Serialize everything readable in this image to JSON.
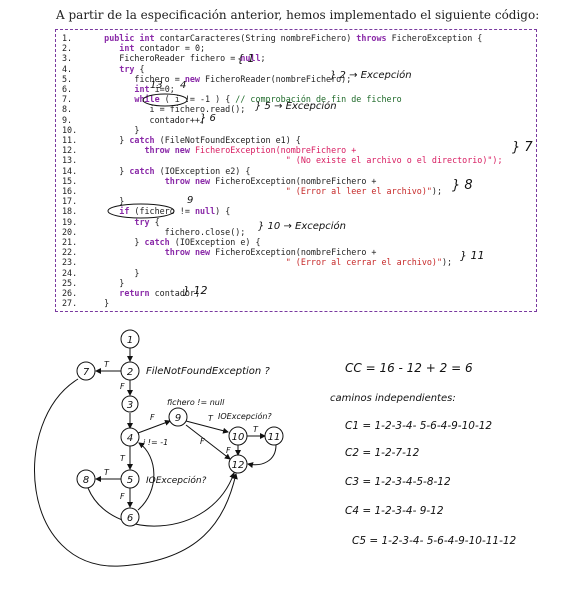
{
  "intro": "A partir de la especificación anterior, hemos implementado el siguiente código:",
  "code": [
    {
      "n": "1.",
      "parts": [
        [
          "",
          "    "
        ],
        [
          "kw",
          "public int"
        ],
        [
          "",
          " contarCaracteres(String nombreFichero) "
        ],
        [
          "kw",
          "throws"
        ],
        [
          "",
          " FicheroException {"
        ]
      ]
    },
    {
      "n": "2.",
      "parts": [
        [
          "",
          "       "
        ],
        [
          "kw",
          "int"
        ],
        [
          "",
          " contador = 0;"
        ]
      ]
    },
    {
      "n": "3.",
      "parts": [
        [
          "",
          "       FicheroReader fichero = "
        ],
        [
          "kw",
          "null"
        ],
        [
          "",
          ";"
        ]
      ]
    },
    {
      "n": "4.",
      "parts": [
        [
          "",
          "       "
        ],
        [
          "kw",
          "try"
        ],
        [
          "",
          " {"
        ]
      ]
    },
    {
      "n": "5.",
      "parts": [
        [
          "",
          "          fichero = "
        ],
        [
          "kw",
          "new"
        ],
        [
          "",
          " FicheroReader(nombreFichero);"
        ]
      ]
    },
    {
      "n": "6.",
      "parts": [
        [
          "",
          "          "
        ],
        [
          "kw",
          "int"
        ],
        [
          "",
          " i=0;"
        ]
      ]
    },
    {
      "n": "7.",
      "parts": [
        [
          "",
          "          "
        ],
        [
          "kw",
          "while"
        ],
        [
          "",
          " ( i != -1 ) { "
        ],
        [
          "cmt",
          "// comprobación de fin de fichero"
        ]
      ]
    },
    {
      "n": "8.",
      "parts": [
        [
          "",
          "             i = fichero.read();"
        ]
      ]
    },
    {
      "n": "9.",
      "parts": [
        [
          "",
          "             contador++;"
        ]
      ]
    },
    {
      "n": "10.",
      "parts": [
        [
          "",
          "          }"
        ]
      ]
    },
    {
      "n": "11.",
      "parts": [
        [
          "",
          "       } "
        ],
        [
          "kw",
          "catch"
        ],
        [
          "",
          " (FileNotFoundException e1) {"
        ]
      ]
    },
    {
      "n": "12.",
      "parts": [
        [
          "",
          "            "
        ],
        [
          "kw",
          "throw new"
        ],
        [
          "",
          " FicheroException(nombreFichero +"
        ]
      ]
    },
    {
      "n": "13.",
      "parts": [
        [
          "",
          "                                        "
        ],
        [
          "str",
          "\" (No existe el archivo o el directorio)\""
        ],
        [
          "",
          ");"
        ]
      ]
    },
    {
      "n": "14.",
      "parts": [
        [
          "",
          "       } "
        ],
        [
          "kw",
          "catch"
        ],
        [
          "",
          " (IOException e2) {"
        ]
      ]
    },
    {
      "n": "15.",
      "parts": [
        [
          "",
          "                "
        ],
        [
          "kw",
          "throw new"
        ],
        [
          "",
          " FicheroException(nombreFichero +"
        ]
      ]
    },
    {
      "n": "16.",
      "parts": [
        [
          "",
          "                                        "
        ],
        [
          "str",
          "\" (Error al leer el archivo)\""
        ],
        [
          "",
          ");"
        ]
      ]
    },
    {
      "n": "17.",
      "parts": [
        [
          "",
          "       }"
        ]
      ]
    },
    {
      "n": "18.",
      "parts": [
        [
          "",
          "       "
        ],
        [
          "kw",
          "if"
        ],
        [
          "",
          " (fichero != "
        ],
        [
          "kw",
          "null"
        ],
        [
          "",
          ") {"
        ]
      ]
    },
    {
      "n": "19.",
      "parts": [
        [
          "",
          "          "
        ],
        [
          "kw",
          "try"
        ],
        [
          "",
          " {"
        ]
      ]
    },
    {
      "n": "20.",
      "parts": [
        [
          "",
          "                fichero.close();"
        ]
      ]
    },
    {
      "n": "21.",
      "parts": [
        [
          "",
          "          } "
        ],
        [
          "kw",
          "catch"
        ],
        [
          "",
          " (IOException e) {"
        ]
      ]
    },
    {
      "n": "22.",
      "parts": [
        [
          "",
          "                "
        ],
        [
          "kw",
          "throw new"
        ],
        [
          "",
          " FicheroException(nombreFichero +"
        ]
      ]
    },
    {
      "n": "23.",
      "parts": [
        [
          "",
          "                                        "
        ],
        [
          "str",
          "\" (Error al cerrar el archivo)\""
        ],
        [
          "",
          ");"
        ]
      ]
    },
    {
      "n": "24.",
      "parts": [
        [
          "",
          "          }"
        ]
      ]
    },
    {
      "n": "25.",
      "parts": [
        [
          "",
          "       }"
        ]
      ]
    },
    {
      "n": "26.",
      "parts": [
        [
          "",
          "       "
        ],
        [
          "kw",
          "return"
        ],
        [
          "",
          " contador;"
        ]
      ]
    },
    {
      "n": "27.",
      "parts": [
        [
          "",
          "    }"
        ]
      ]
    }
  ],
  "annotations": {
    "a1": "{ 1",
    "a2": "} 2 → Excepción",
    "a3": "13",
    "a4": "4",
    "a5": "} 5 → Excepción",
    "a6": "} 6",
    "a7": "} 7",
    "a8": "} 8",
    "a9": "9",
    "a10": "} 10 → Excepción",
    "a11": "} 11",
    "a12": "} 12"
  },
  "graph": {
    "nodes": [
      "1",
      "2",
      "3",
      "4",
      "5",
      "6",
      "7",
      "8",
      "9",
      "10",
      "11",
      "12"
    ],
    "labels": {
      "n2": "FileNotFoundException ?",
      "n5": "IOExcepción?",
      "n9": "fichero != null",
      "n10": "IOExcepción?",
      "n4": "i != -1"
    },
    "edge_t": "T",
    "edge_f": "F"
  },
  "notes": {
    "cc": "CC = 16 - 12 + 2 = 6",
    "caminos": "caminos independientes:",
    "c1": "C1 = 1-2-3-4- 5-6-4-9-10-12",
    "c2": "C2 = 1-2-7-12",
    "c3": "C3 = 1-2-3-4-5-8-12",
    "c4": "C4 = 1-2-3-4- 9-12",
    "c5": "C5 = 1-2-3-4- 5-6-4-9-10-11-12"
  }
}
